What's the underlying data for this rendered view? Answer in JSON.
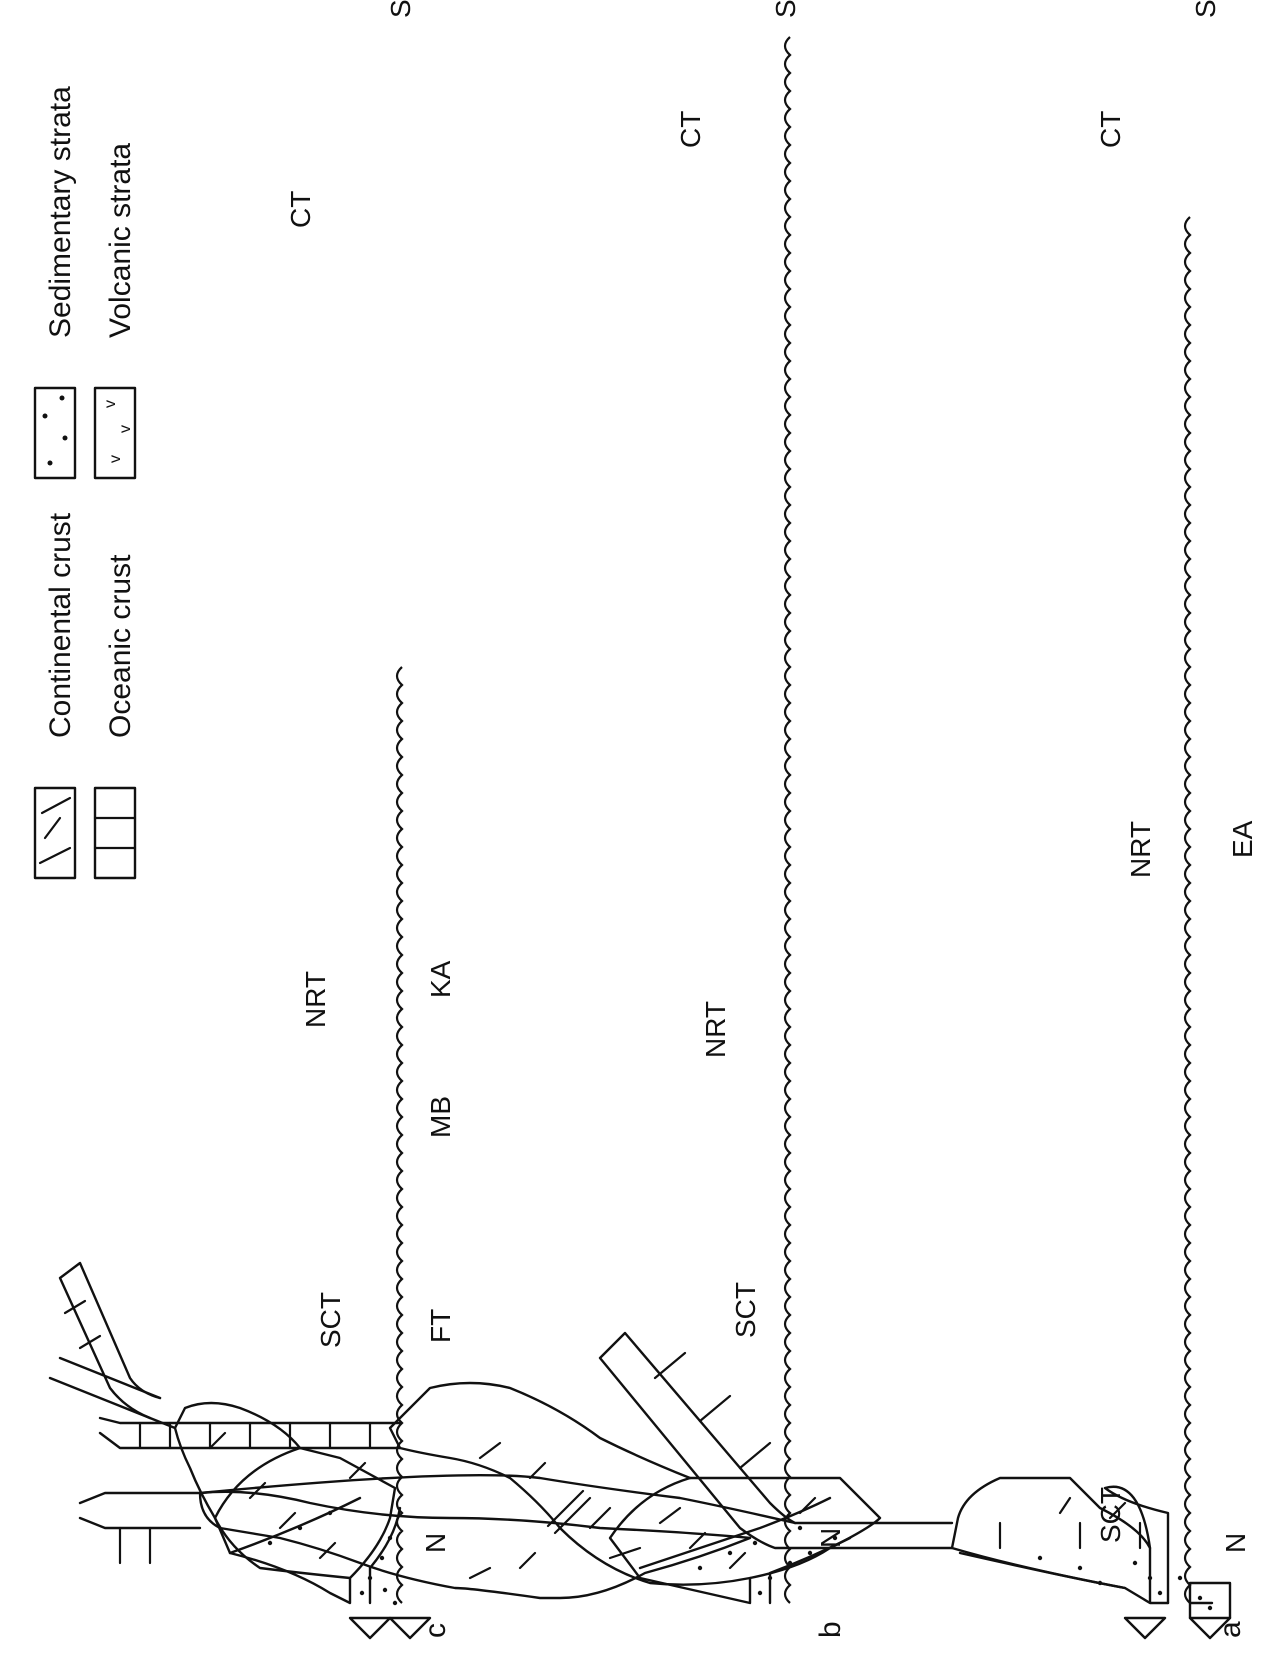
{
  "panels": [
    {
      "letter": "a",
      "north": "N",
      "south": "S",
      "units": {
        "sct": "SCT",
        "nrt": "NRT",
        "ct": "CT"
      },
      "features": [
        "EA"
      ]
    },
    {
      "letter": "b",
      "north": "N",
      "south": "S",
      "units": {
        "sct": "SCT",
        "nrt": "NRT",
        "ct": "CT"
      },
      "features": []
    },
    {
      "letter": "c",
      "north": "N",
      "south": "S",
      "units": {
        "sct": "SCT",
        "nrt": "NRT",
        "ct": "CT"
      },
      "features": [
        "FT",
        "MB",
        "KA"
      ]
    }
  ],
  "legend": {
    "oceanic_crust": "Oceanic crust",
    "continental_crust": "Continental crust",
    "volcanic_strata": "Volcanic strata",
    "sedimentary_strata": "Sedimentary strata"
  }
}
